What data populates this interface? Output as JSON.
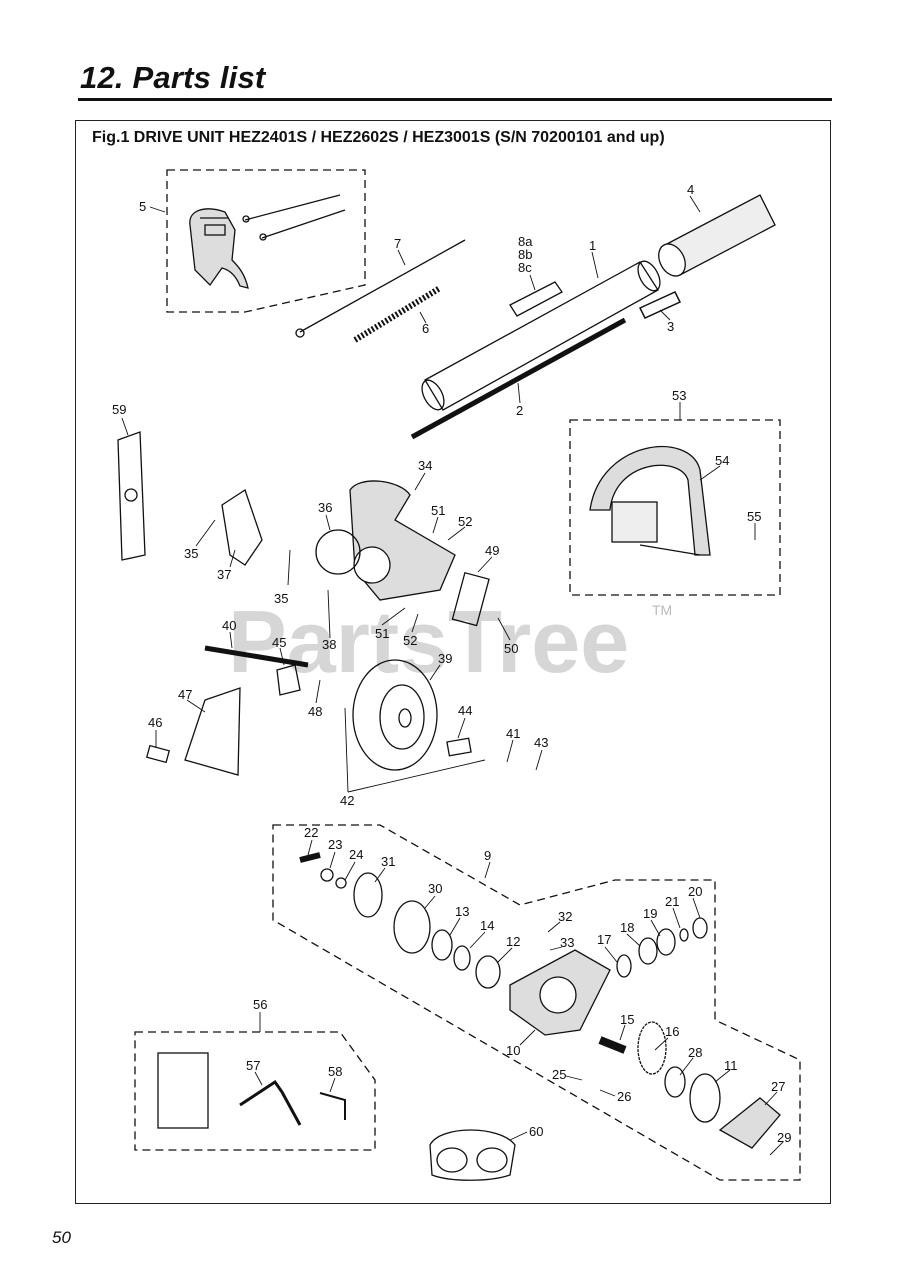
{
  "header": {
    "section_title": "12. Parts list"
  },
  "figure": {
    "title": "Fig.1 DRIVE UNIT  HEZ2401S / HEZ2602S / HEZ3001S  (S/N 70200101 and up)"
  },
  "watermark": {
    "text": "PartsTree",
    "mark": "TM"
  },
  "callouts": {
    "c1": "1",
    "c2": "2",
    "c3": "3",
    "c4": "4",
    "c5": "5",
    "c6": "6",
    "c7": "7",
    "c8a": "8a",
    "c8b": "8b",
    "c8c": "8c",
    "c9": "9",
    "c10": "10",
    "c11": "11",
    "c12": "12",
    "c13": "13",
    "c14": "14",
    "c15": "15",
    "c16": "16",
    "c17": "17",
    "c18": "18",
    "c19": "19",
    "c20": "20",
    "c21": "21",
    "c22": "22",
    "c23": "23",
    "c24": "24",
    "c25": "25",
    "c26": "26",
    "c27": "27",
    "c28": "28",
    "c29": "29",
    "c30": "30",
    "c31": "31",
    "c32": "32",
    "c33": "33",
    "c34": "34",
    "c35a": "35",
    "c35b": "35",
    "c36": "36",
    "c37": "37",
    "c38": "38",
    "c39": "39",
    "c40": "40",
    "c41": "41",
    "c42": "42",
    "c43": "43",
    "c44": "44",
    "c45": "45",
    "c46": "46",
    "c47": "47",
    "c48": "48",
    "c49": "49",
    "c50": "50",
    "c51a": "51",
    "c51b": "51",
    "c52a": "52",
    "c52b": "52",
    "c53": "53",
    "c54": "54",
    "c55": "55",
    "c56": "56",
    "c57": "57",
    "c58": "58",
    "c59": "59",
    "c60": "60"
  },
  "footer": {
    "page_number": "50"
  },
  "colors": {
    "ink": "#111111",
    "watermark": "#c9c9c9",
    "background": "#ffffff"
  }
}
